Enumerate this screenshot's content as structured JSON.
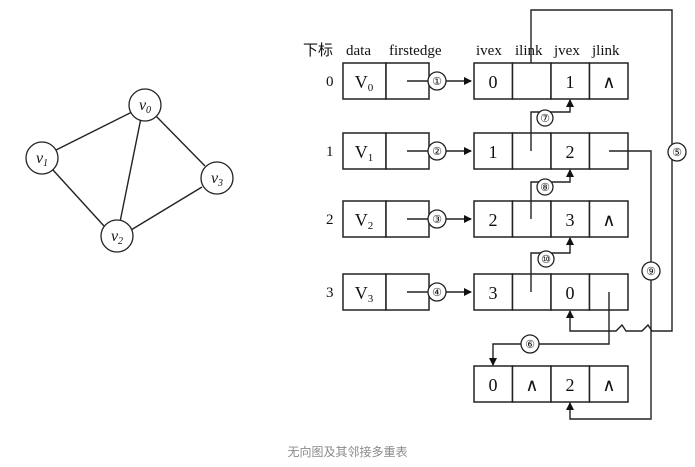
{
  "graph": {
    "vertices": [
      {
        "name": "v",
        "sub": "0"
      },
      {
        "name": "v",
        "sub": "1"
      },
      {
        "name": "v",
        "sub": "2"
      },
      {
        "name": "v",
        "sub": "3"
      }
    ],
    "edges": [
      [
        "v0",
        "v1"
      ],
      [
        "v0",
        "v2"
      ],
      [
        "v0",
        "v3"
      ],
      [
        "v1",
        "v2"
      ],
      [
        "v2",
        "v3"
      ]
    ]
  },
  "table": {
    "headers": {
      "index": "下标",
      "data": "data",
      "firstedge": "firstedge",
      "ivex": "ivex",
      "ilink": "ilink",
      "jvex": "jvex",
      "jlink": "jlink"
    },
    "rows": [
      {
        "index": "0",
        "data": "V",
        "sub": "0",
        "marker": "①"
      },
      {
        "index": "1",
        "data": "V",
        "sub": "1",
        "marker": "②"
      },
      {
        "index": "2",
        "data": "V",
        "sub": "2",
        "marker": "③"
      },
      {
        "index": "3",
        "data": "V",
        "sub": "3",
        "marker": "④"
      }
    ]
  },
  "edge_nodes": [
    {
      "ivex": "0",
      "ilink": "",
      "jvex": "1",
      "jlink": "∧"
    },
    {
      "ivex": "1",
      "ilink": "",
      "jvex": "2",
      "jlink": ""
    },
    {
      "ivex": "2",
      "ilink": "",
      "jvex": "3",
      "jlink": "∧"
    },
    {
      "ivex": "3",
      "ilink": "",
      "jvex": "0",
      "jlink": ""
    },
    {
      "ivex": "0",
      "ilink": "∧",
      "jvex": "2",
      "jlink": "∧"
    }
  ],
  "markers": {
    "m5": "⑤",
    "m6": "⑥",
    "m7": "⑦",
    "m8": "⑧",
    "m9": "⑨",
    "m10": "⑩"
  },
  "caption": "无向图及其邻接多重表"
}
